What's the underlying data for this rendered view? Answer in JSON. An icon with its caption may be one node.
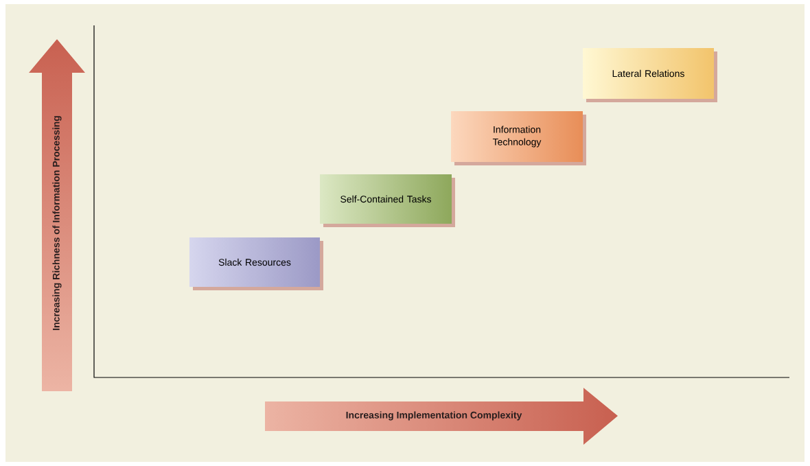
{
  "diagram": {
    "nodes": [
      {
        "text": [
          "Slack Resources"
        ]
      },
      {
        "text": [
          "Self-Contained Tasks"
        ]
      },
      {
        "text": [
          "Information Technology"
        ]
      },
      {
        "text": [
          "Lateral Relations"
        ]
      }
    ],
    "labels": [
      "Increasing Richness of Information Processing",
      "Increasing Implementation Complexity"
    ]
  }
}
